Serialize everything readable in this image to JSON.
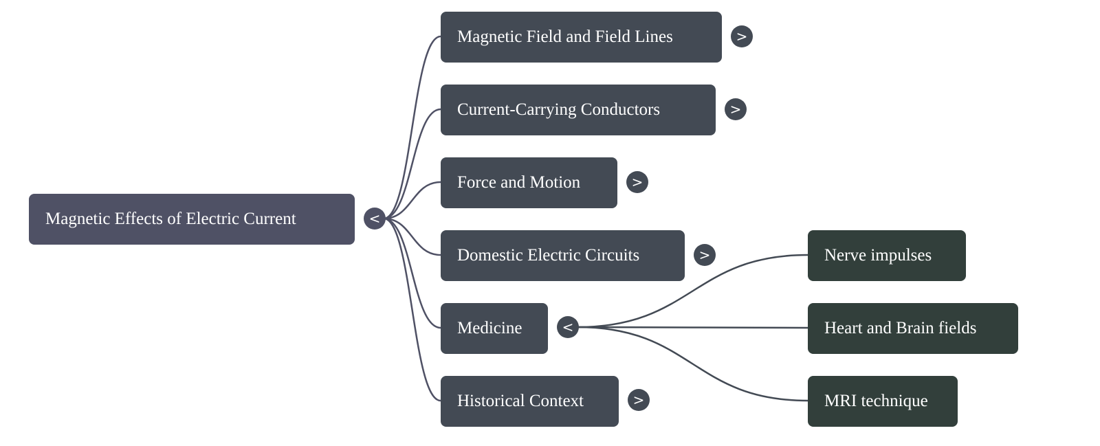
{
  "mindmap": {
    "root": {
      "label": "Magnetic Effects of Electric Current",
      "toggle": "<",
      "toggle_icon": "collapse-chevron-left-icon",
      "expanded": true
    },
    "children": [
      {
        "label": "Magnetic Field and Field Lines",
        "toggle": ">",
        "toggle_icon": "expand-chevron-right-icon",
        "expanded": false
      },
      {
        "label": "Current-Carrying Conductors",
        "toggle": ">",
        "toggle_icon": "expand-chevron-right-icon",
        "expanded": false
      },
      {
        "label": "Force and Motion",
        "toggle": ">",
        "toggle_icon": "expand-chevron-right-icon",
        "expanded": false
      },
      {
        "label": "Domestic Electric Circuits",
        "toggle": ">",
        "toggle_icon": "expand-chevron-right-icon",
        "expanded": false
      },
      {
        "label": "Medicine",
        "toggle": "<",
        "toggle_icon": "collapse-chevron-left-icon",
        "expanded": true,
        "children": [
          {
            "label": "Nerve impulses"
          },
          {
            "label": "Heart and Brain fields"
          },
          {
            "label": "MRI technique"
          }
        ]
      },
      {
        "label": "Historical Context",
        "toggle": ">",
        "toggle_icon": "expand-chevron-right-icon",
        "expanded": false
      }
    ],
    "colors": {
      "root_fill": "#4f5165",
      "level1_fill": "#434a54",
      "level2_fill": "#323f3b",
      "root_edge": "#4f5165",
      "level1_edge": "#434a54",
      "text": "#ffffff",
      "background": "#ffffff"
    }
  }
}
